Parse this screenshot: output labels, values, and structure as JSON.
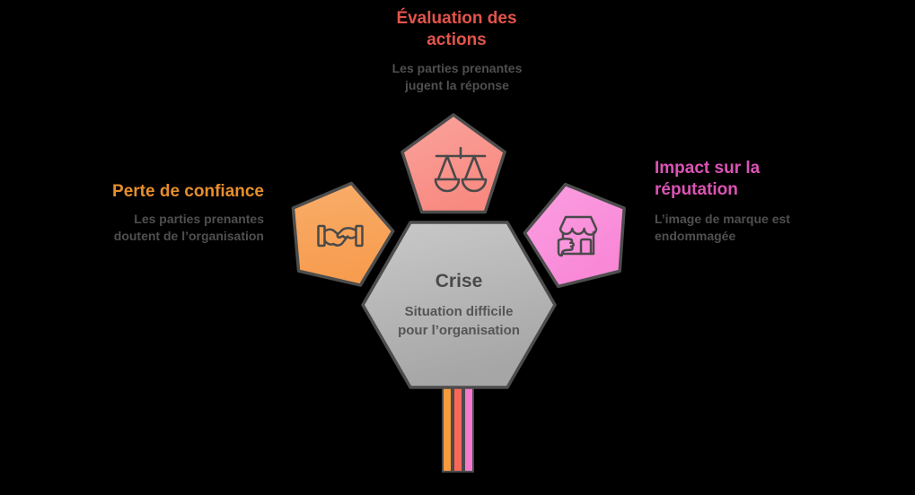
{
  "diagram": {
    "background": "#000000",
    "outline_color": "#4d4d4d",
    "icon_stroke": "#4a4a4a",
    "subtitle_color": "#4f4f4f",
    "center": {
      "title": "Crise",
      "subtitle": "Situation difficile pour l’organisation",
      "fill_top": "#c9c9c9",
      "fill_bottom": "#a6a6a6",
      "shape": "hexagon"
    },
    "top_node": {
      "title": "Évaluation des actions",
      "subtitle": "Les parties prenantes jugent la réponse",
      "title_color": "#e3544b",
      "shape": "pentagon",
      "shape_fill_light": "#faa39c",
      "shape_fill_dark": "#f88a81",
      "icon": "scales-icon"
    },
    "left_node": {
      "title": "Perte de confiance",
      "subtitle": "Les parties prenantes doutent de l’organisation",
      "title_color": "#e78e2d",
      "shape": "pentagon",
      "shape_fill_light": "#f9af6c",
      "shape_fill_dark": "#f79d50",
      "icon": "handshake-icon"
    },
    "right_node": {
      "title": "Impact sur la réputation",
      "subtitle": "L’image de marque est endommagée",
      "title_color": "#dc53b5",
      "shape": "pentagon",
      "shape_fill_light": "#fa9ee1",
      "shape_fill_dark": "#f988d7",
      "icon": "storefront-icon"
    },
    "stripes": {
      "colors": [
        "#f79b3e",
        "#f9675a",
        "#f678cf"
      ]
    }
  }
}
